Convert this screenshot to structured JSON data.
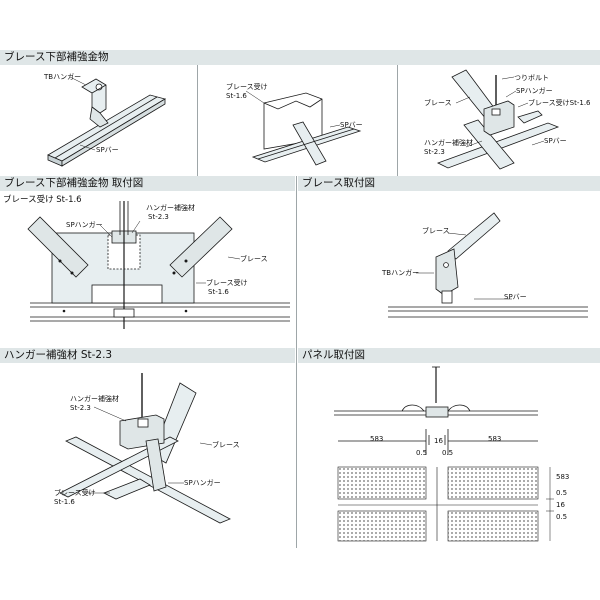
{
  "headers": {
    "brace_reinforcement": "ブレース下部補強金物",
    "brace_reinforcement_install": "ブレース下部補強金物 取付図",
    "brace_install": "ブレース取付図",
    "hanger_reinforcement": "ハンガー補強材 St-2.3",
    "panel_install": "パネル取付図"
  },
  "subheads": {
    "brace_receiver": "ブレース受け St-1.6"
  },
  "labels": {
    "tb_hanger": "TBハンガー",
    "sp_bar": "SPバー",
    "brace_receiver": "ブレース受け",
    "st16": "St-1.6",
    "st23": "St-2.3",
    "hanging_bolt": "つりボルト",
    "brace": "ブレース",
    "sp_hanger": "SPハンガー",
    "brace_receiver_st16": "ブレース受けSt-1.6",
    "hanger_reinforcement": "ハンガー補強材",
    "hanger_reinforcement_dash": "ハンガー補強材",
    "brace_receiver_dash": "ブレース受け",
    "sp_bar_arrow": "SPバー"
  },
  "dimensions": {
    "d583_left": "583",
    "d16": "16",
    "d583_right": "583",
    "d05_a": "0.5",
    "d05_b": "0.5",
    "v583": "583",
    "v05_a": "0.5",
    "v16": "16",
    "v05_b": "0.5"
  },
  "colors": {
    "header_bg": "#dfe6e7",
    "panel_bg": "#e7eef0",
    "line": "#1a1a1a",
    "perforation": "#6f6f6f"
  }
}
